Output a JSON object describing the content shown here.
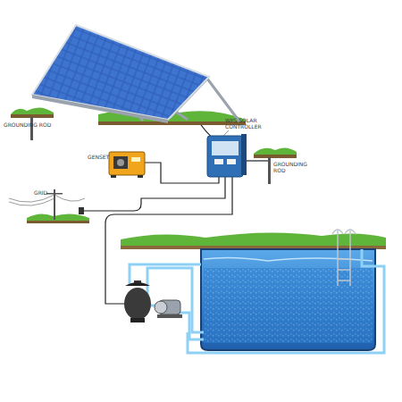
{
  "diagram": {
    "labels": [
      "GROUNDING ROD",
      "WPS SOLAR CONTROLLER",
      "GENSET",
      "GROUNDING ROD",
      "GRID"
    ]
  }
}
